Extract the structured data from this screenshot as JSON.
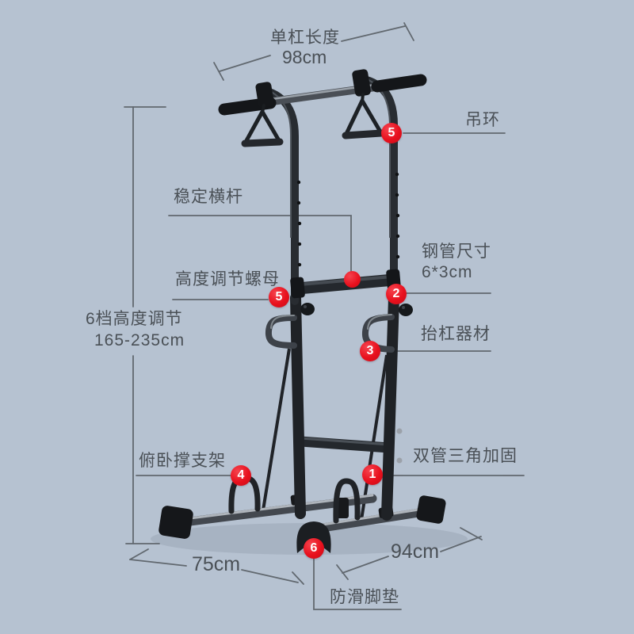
{
  "colors": {
    "background": "#b6c2d1",
    "text": "#4a5056",
    "leader_line": "#61686f",
    "badge_red": "#e8101d",
    "badge_text": "#ffffff",
    "frame_dark": "#1f2226",
    "frame_metal": "#4a4f56"
  },
  "annotations": {
    "bar_length": {
      "label": "单杠长度",
      "value": "98cm"
    },
    "rings": {
      "badge": "5",
      "label": "吊环"
    },
    "stabilizer": {
      "label": "稳定横杆"
    },
    "adjust_nut": {
      "badge": "5",
      "label": "高度调节螺母"
    },
    "height_adjust": {
      "label": "6档高度调节",
      "value": "165-235cm"
    },
    "pipe_size": {
      "badge": "2",
      "label": "钢管尺寸",
      "value": "6*3cm"
    },
    "dip_bars": {
      "badge": "3",
      "label": "抬杠器材"
    },
    "pushup_stand": {
      "badge": "4",
      "label": "俯卧撑支架"
    },
    "triangle_brace": {
      "badge": "1",
      "label": "双管三角加固"
    },
    "foot_pads": {
      "badge": "6",
      "label": "防滑脚垫"
    },
    "base_depth": {
      "value": "75cm"
    },
    "base_width": {
      "value": "94cm"
    }
  }
}
